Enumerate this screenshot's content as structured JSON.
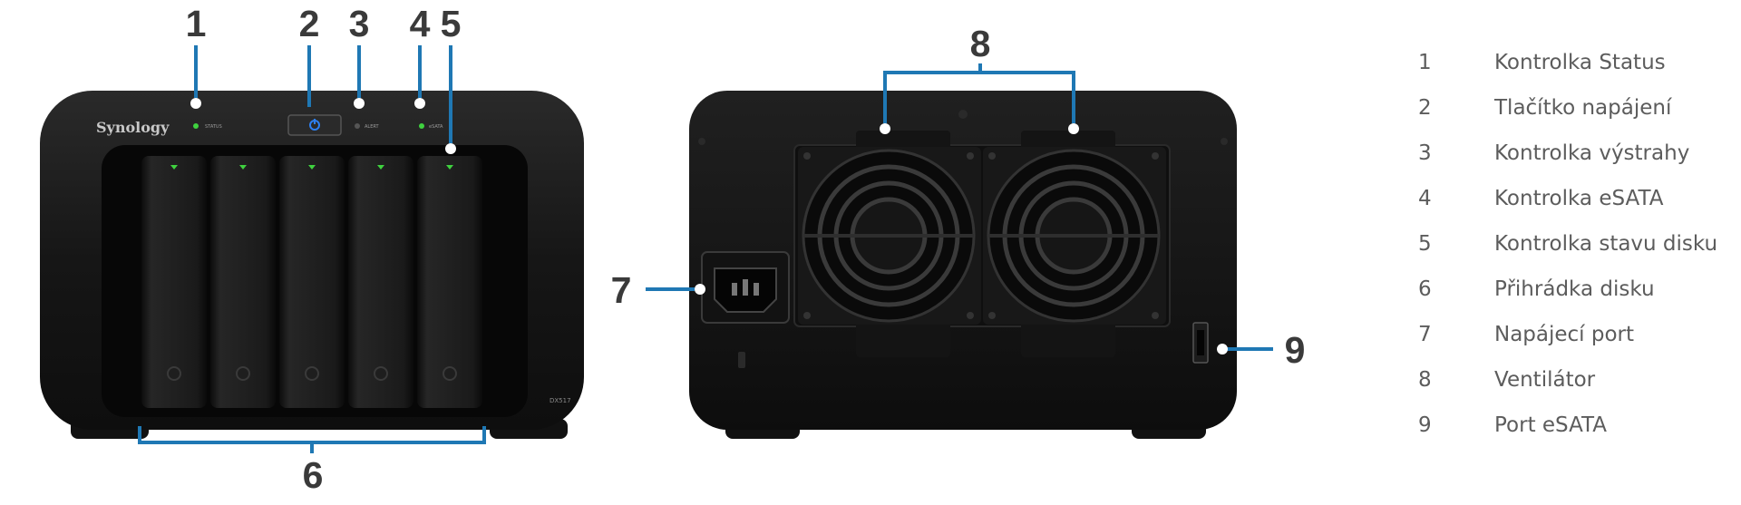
{
  "front": {
    "brand": "Synology",
    "model": "DX517",
    "led_labels": {
      "status": "STATUS",
      "alert": "ALERT",
      "esata": "eSATA"
    },
    "callouts": {
      "status": "1",
      "power": "2",
      "alert": "3",
      "esata": "4",
      "disk_led": "5",
      "disk_tray": "6"
    }
  },
  "back": {
    "callouts": {
      "power_port": "7",
      "fans": "8",
      "esata_port": "9"
    }
  },
  "legend": [
    {
      "num": "1",
      "label": "Kontrolka Status"
    },
    {
      "num": "2",
      "label": "Tlačítko napájení"
    },
    {
      "num": "3",
      "label": "Kontrolka výstrahy"
    },
    {
      "num": "4",
      "label": "Kontrolka eSATA"
    },
    {
      "num": "5",
      "label": "Kontrolka stavu disku"
    },
    {
      "num": "6",
      "label": "Přihrádka disku"
    },
    {
      "num": "7",
      "label": "Napájecí port"
    },
    {
      "num": "8",
      "label": "Ventilátor"
    },
    {
      "num": "9",
      "label": "Port eSATA"
    }
  ],
  "colors": {
    "callout": "#1f78b4",
    "led_green": "#3fd23f",
    "power_blue": "#2d7ff0",
    "device": "#141414"
  },
  "icons": [
    "power-button-icon",
    "fan-icon",
    "power-port-icon",
    "esata-port-icon"
  ]
}
